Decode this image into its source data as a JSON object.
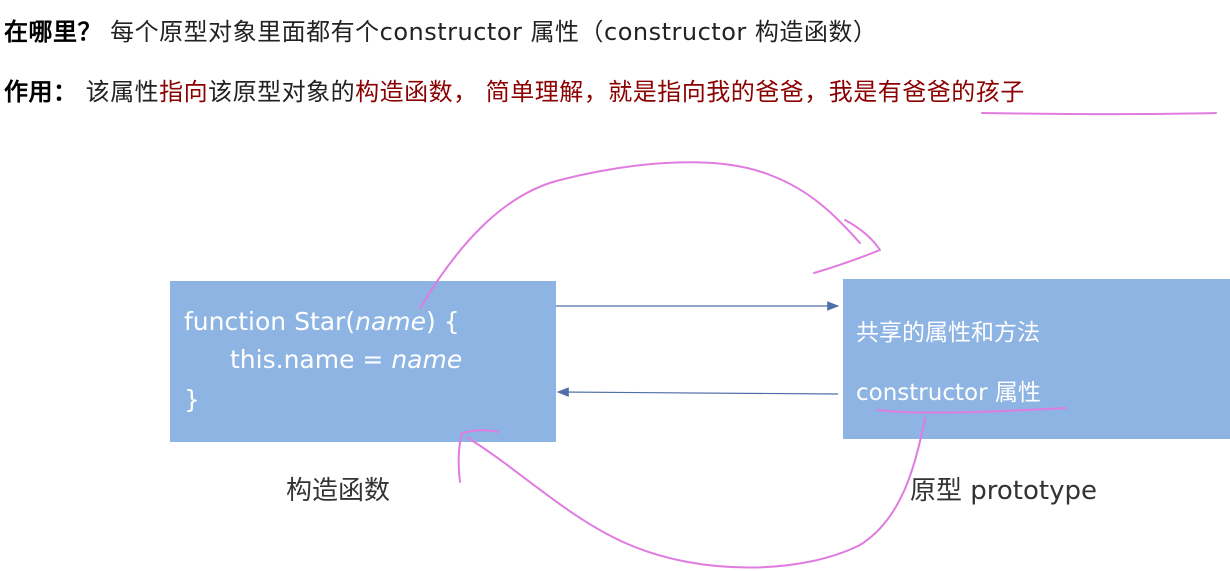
{
  "header": {
    "q_label": "在哪里？",
    "q_text": "每个原型对象里面都有个constructor 属性（constructor 构造函数）",
    "use_label": "作用：",
    "use_segments": [
      {
        "text": "该属性",
        "color": "#222222"
      },
      {
        "text": "指向",
        "color": "#8b0000"
      },
      {
        "text": "该原型对象的",
        "color": "#222222"
      },
      {
        "text": "构造函数， 简单理解，就是指向我的爸爸，我是有爸爸的孩子",
        "color": "#8b0000"
      }
    ]
  },
  "left_box": {
    "code_line1_prefix": "function Star(",
    "code_line1_param": "name",
    "code_line1_suffix": ") {",
    "code_line2_prefix": "this.name = ",
    "code_line2_value": "name",
    "code_line3": "}"
  },
  "right_box": {
    "line1": "共享的属性和方法",
    "line2": "constructor 属性"
  },
  "captions": {
    "left": "构造函数",
    "right": "原型 prototype"
  },
  "colors": {
    "box_fill": "#8eb4e3",
    "arrow": "#4f6fa8",
    "annotation": "#e07be0",
    "emphasis": "#8b0000"
  }
}
